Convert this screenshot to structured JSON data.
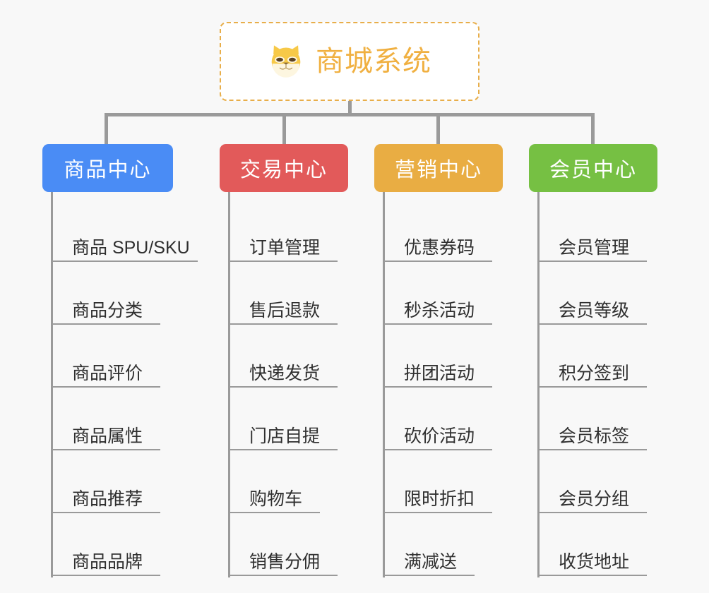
{
  "diagram": {
    "title": "商城系统",
    "background_color": "#f8f8f8",
    "root": {
      "label": "商城系统",
      "icon": "shiba-dog-face-icon",
      "text_color": "#f0b041",
      "border_color": "#e8ae4a",
      "fill_color": "#ffffff"
    },
    "connector_color": "#9a9a9a",
    "categories": [
      {
        "label": "商品中心",
        "color": "#4a8cf5",
        "items": [
          "商品 SPU/SKU",
          "商品分类",
          "商品评价",
          "商品属性",
          "商品推荐",
          "商品品牌"
        ]
      },
      {
        "label": "交易中心",
        "color": "#e25a5a",
        "items": [
          "订单管理",
          "售后退款",
          "快递发货",
          "门店自提",
          "购物车",
          "销售分佣"
        ]
      },
      {
        "label": "营销中心",
        "color": "#e9ad43",
        "items": [
          "优惠券码",
          "秒杀活动",
          "拼团活动",
          "砍价活动",
          "限时折扣",
          "满减送"
        ]
      },
      {
        "label": "会员中心",
        "color": "#76c043",
        "items": [
          "会员管理",
          "会员等级",
          "积分签到",
          "会员标签",
          "会员分组",
          "收货地址"
        ]
      }
    ]
  }
}
